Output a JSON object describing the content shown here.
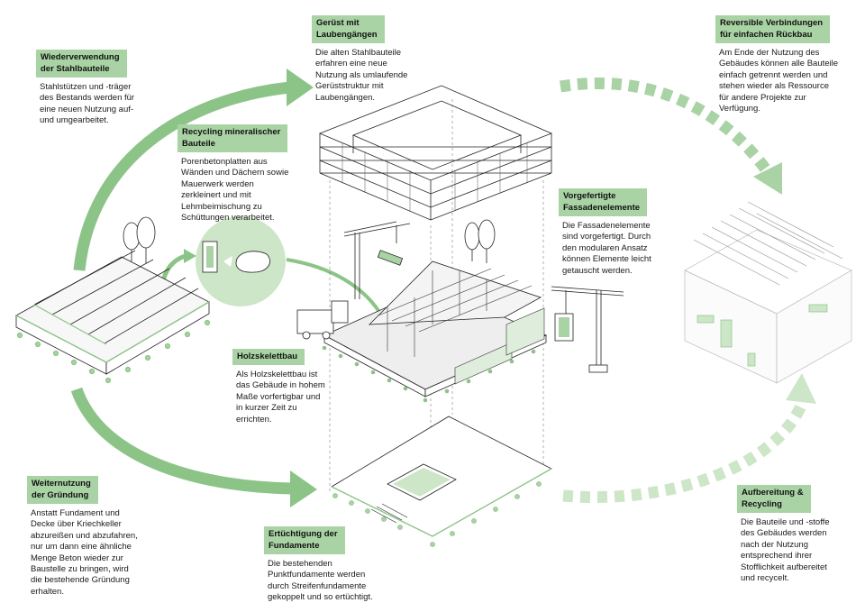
{
  "colors": {
    "accent": "#a9d3a4",
    "arrow": "#8cc487",
    "arrow_light": "#cde6c8",
    "line": "#222222"
  },
  "labels": {
    "stahl": {
      "title": "Wiederverwendung\nder Stahlbauteile",
      "text": "Stahlstützen und -träger\ndes Bestands werden für\neine neuen Nutzung auf-\nund umgearbeitet."
    },
    "geruest": {
      "title": "Gerüst mit\nLaubengängen",
      "text": "Die alten Stahlbauteile\nerfahren eine neue\nNutzung als umlaufende\nGerüststruktur mit\nLaubengängen."
    },
    "reversibel": {
      "title": "Reversible Verbindungen\nfür einfachen Rückbau",
      "text": "Am Ende der Nutzung des\nGebäudes können alle Bauteile\neinfach getrennt werden und\nstehen  wieder als Ressource\nfür andere Projekte zur\nVerfügung."
    },
    "recycling_min": {
      "title": "Recycling mineralischer\nBauteile",
      "text": "Porenbetonplatten aus\nWänden und Dächern sowie\nMauerwerk werden\nzerkleinert und mit\nLehmbeimischung zu\nSchüttungen verarbeitet."
    },
    "fassade": {
      "title": "Vorgefertigte\nFassadenelemente",
      "text": "Die Fassadenelemente\nsind vorgefertigt. Durch\nden modularen Ansatz\nkönnen Elemente leicht\ngetauscht werden."
    },
    "holz": {
      "title": "Holzskelettbau",
      "text": "Als Holzskelettbau ist\ndas Gebäude in hohem\nMaße vorfertigbar und\nin kurzer Zeit zu\nerrichten."
    },
    "gruendung": {
      "title": "Weiternutzung\nder Gründung",
      "text": "Anstatt Fundament und\nDecke über Kriechkeller\nabzureißen und abzufahren,\nnur um dann eine ähnliche\nMenge Beton wieder zur\nBaustelle zu bringen, wird\ndie bestehende Gründung\nerhalten."
    },
    "fundamente": {
      "title": "Ertüchtigung der\nFundamente",
      "text": "Die bestehenden\nPunktfundamente werden\ndurch Streifenfundamente\ngekoppelt und so ertüchtigt."
    },
    "aufbereitung": {
      "title": "Aufbereitung &\nRecycling",
      "text": "Die Bauteile und -stoffe\ndes Gebäudes werden\nnach der Nutzung\nentsprechend ihrer\nStofflichkeit aufbereitet\nund recycelt."
    }
  }
}
